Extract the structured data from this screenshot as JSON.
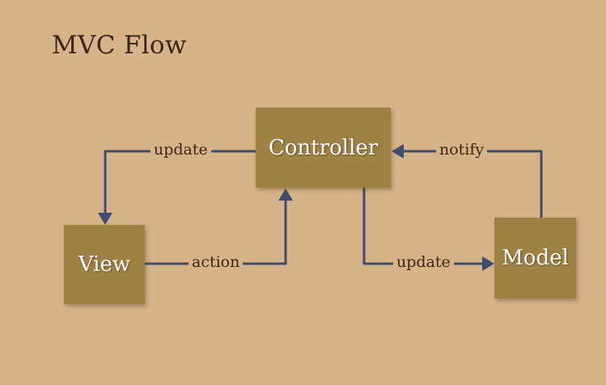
{
  "title": "MVC Flow",
  "nodes": {
    "controller": "Controller",
    "view": "View",
    "model": "Model"
  },
  "edges": {
    "controller_to_view": "update",
    "model_to_controller": "notify",
    "view_to_controller": "action",
    "controller_to_model": "update"
  },
  "colors": {
    "background": "#d6b488",
    "node_fill": "#9e8244",
    "node_text": "#ffffff",
    "edge": "#3d4d72",
    "label_text": "#3b2516"
  }
}
